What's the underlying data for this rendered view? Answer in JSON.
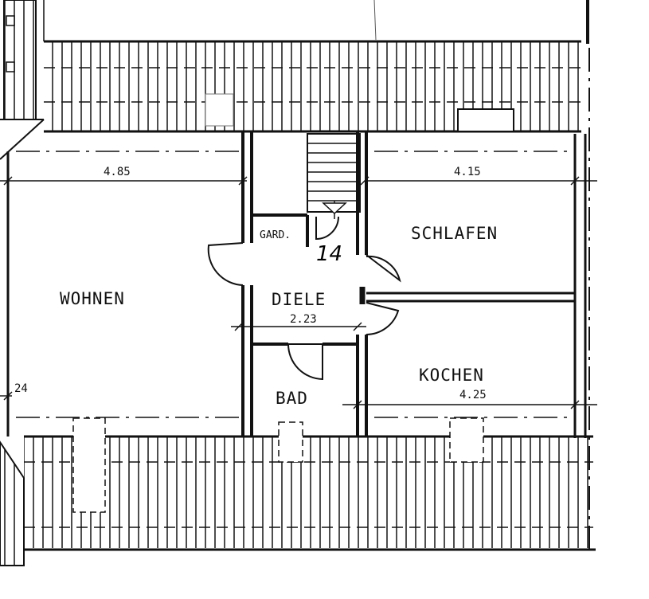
{
  "rooms": {
    "wohnen": "WOHNEN",
    "schlafen": "SCHLAFEN",
    "diele": "DIELE",
    "bad": "BAD",
    "kochen": "KOCHEN",
    "garderobe": "GARD."
  },
  "dimensions": {
    "wohnen_width": "4.85",
    "schlafen_width": "4.15",
    "diele_width": "2.23",
    "kochen_width": "4.25",
    "wall_thickness": "24"
  },
  "handwritten_mark": "14"
}
